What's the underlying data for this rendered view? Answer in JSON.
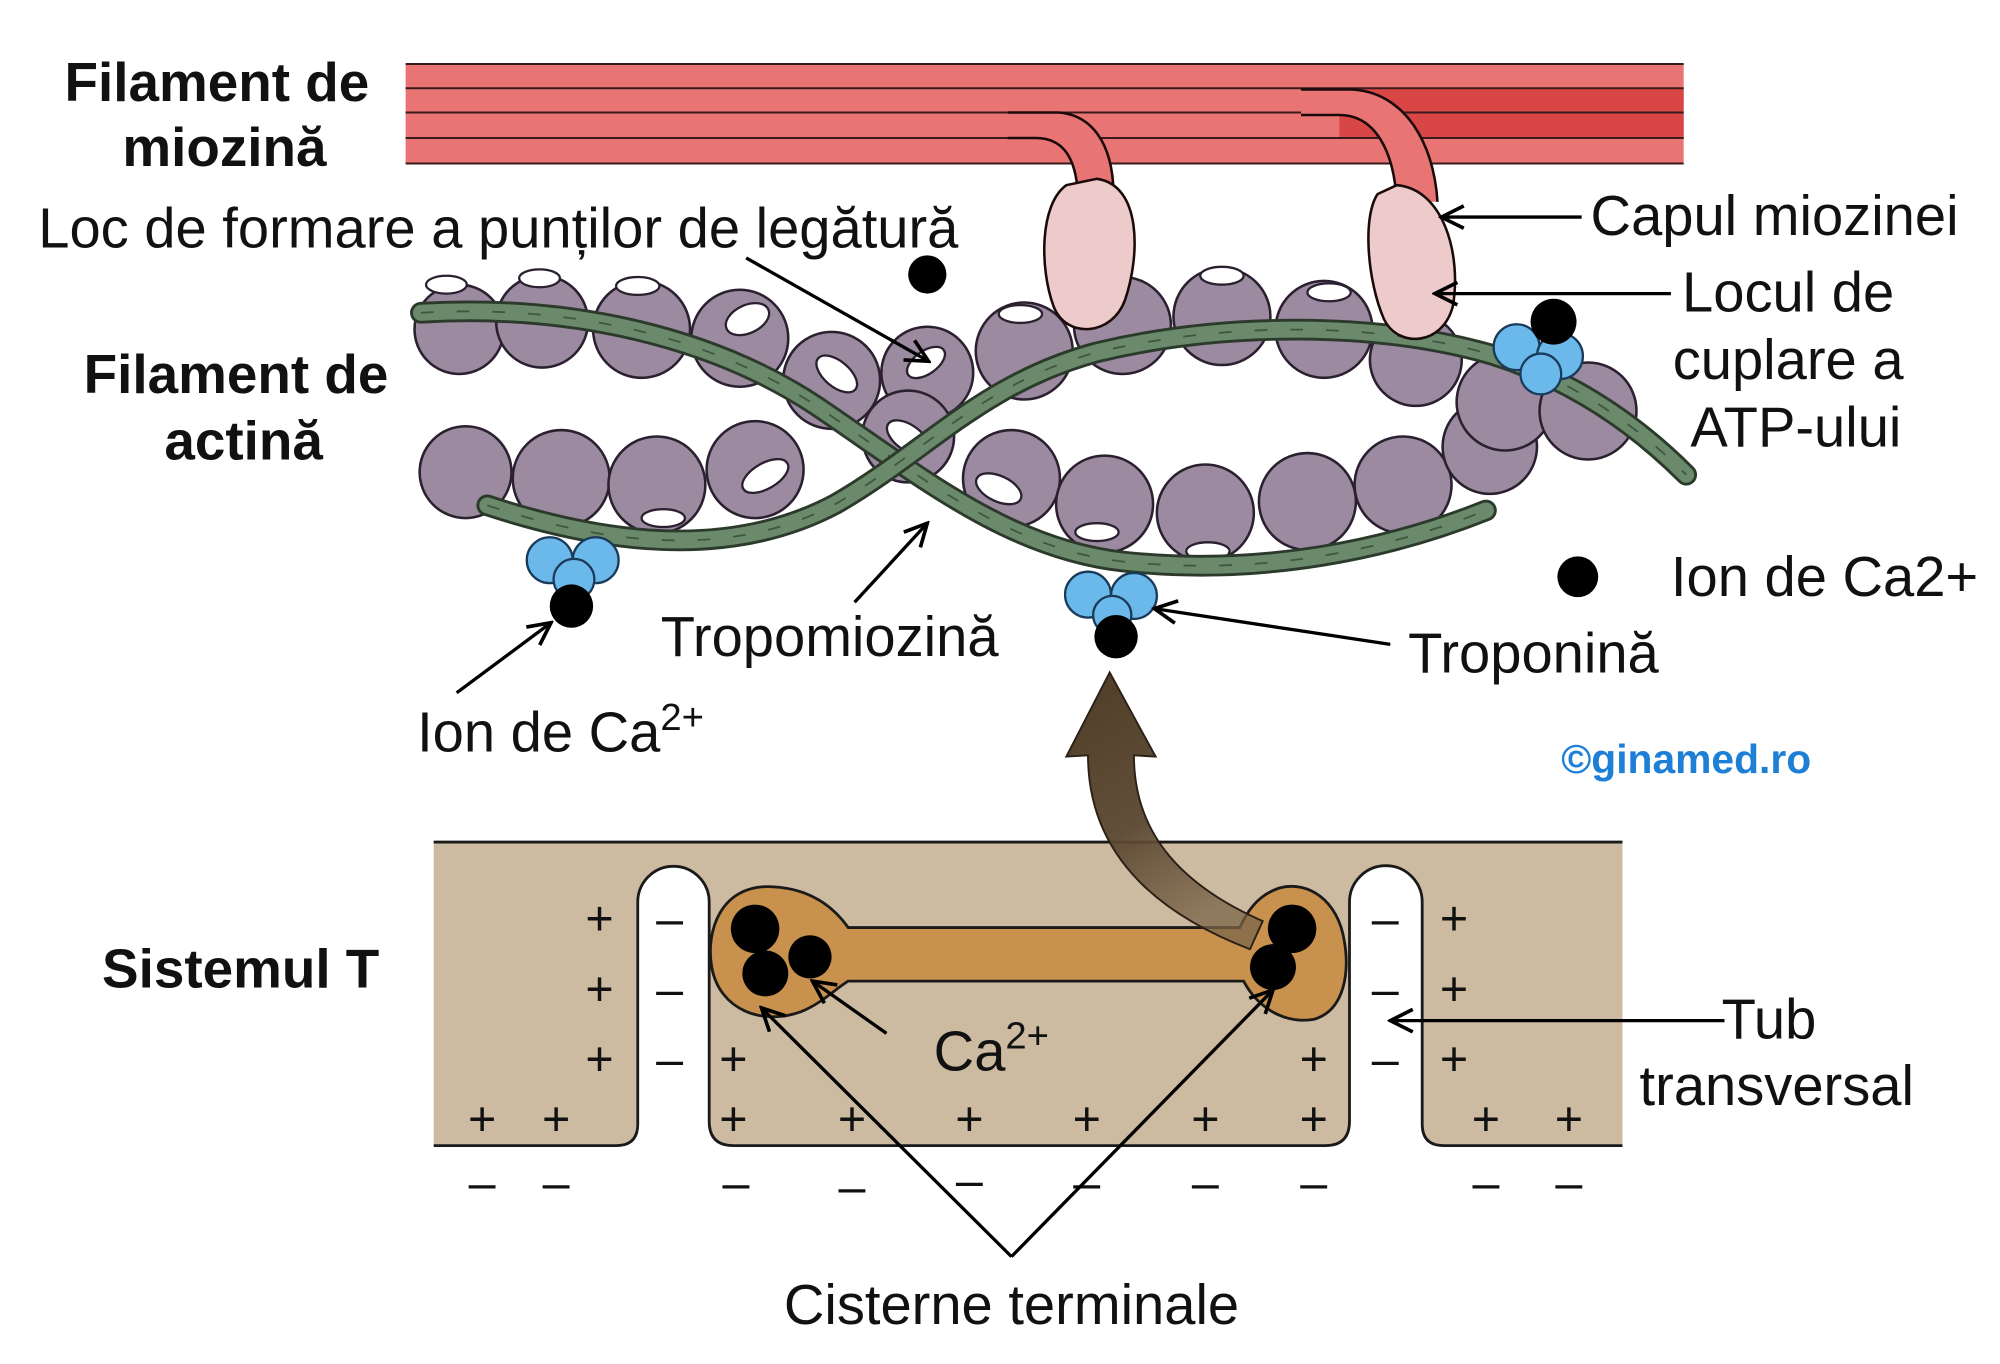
{
  "labels": {
    "myosin_filament": {
      "line1": "Filament de",
      "line2": "miozină"
    },
    "crossbridge_site": "Loc de formare a punților de legătură",
    "myosin_head": "Capul miozinei",
    "actin_filament": {
      "line1": "Filament de",
      "line2": "actină"
    },
    "atp_binding_site": {
      "line1": "Locul de",
      "line2": "cuplare a",
      "line3": "ATP-ului"
    },
    "calcium_ion_legend": "Ion de Ca2+",
    "tropomyosin": "Tropomiozină",
    "troponin": "Troponină",
    "calcium_ion": {
      "base": "Ion de Ca",
      "sup": "2+"
    },
    "watermark": "©ginamed.ro",
    "t_system": "Sistemul T",
    "cistern_calcium": {
      "base": "Ca",
      "sup": "2+"
    },
    "transverse_tubule": {
      "line1": "Tub",
      "line2": "transversal"
    },
    "terminal_cisterns": "Cisterne terminale"
  },
  "charge_signs": {
    "plus": "+",
    "minus": "–"
  },
  "colors": {
    "myosin": "#E87474",
    "myosin_core": "#D84646",
    "myosin_head": "#EECBCB",
    "actin": "#9B8AA0",
    "tropomyosin": "#6A8A6B",
    "troponin": "#6BB8EA",
    "calcium": "#000000",
    "t_system": "#CDBBA1",
    "cistern": "#C8924E",
    "release_arrow": "#5A4630",
    "watermark": "#1E7FD6"
  }
}
